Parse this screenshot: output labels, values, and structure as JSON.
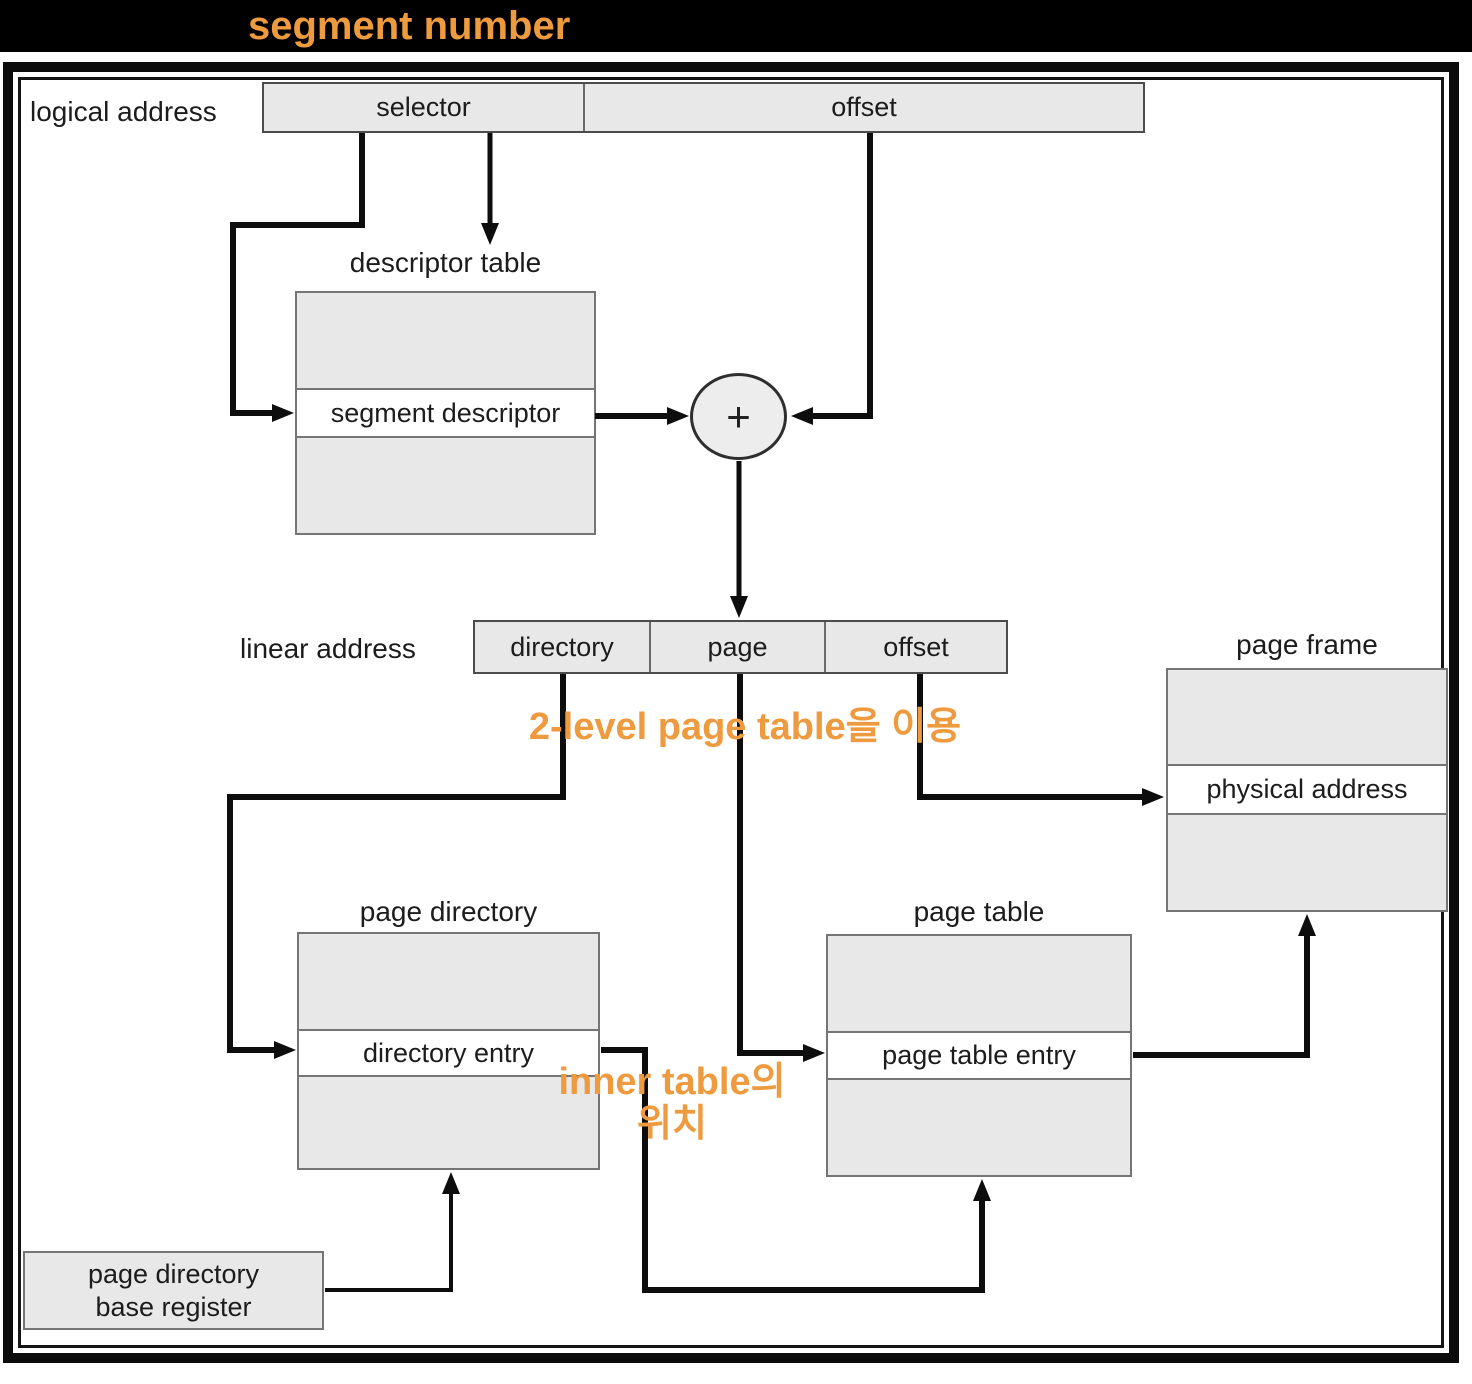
{
  "annotations": {
    "segment_number": "segment number",
    "two_level_note": "2-level page table을 이용",
    "inner_table_line1": "inner table의",
    "inner_table_line2": "위치",
    "accent_color": "#EE9A3F"
  },
  "diagram": {
    "logical_address": {
      "label": "logical address",
      "fields": [
        "selector",
        "offset"
      ]
    },
    "descriptor_table": {
      "title": "descriptor table",
      "entry": "segment descriptor"
    },
    "adder": {
      "symbol": "+"
    },
    "linear_address": {
      "label": "linear address",
      "fields": [
        "directory",
        "page",
        "offset"
      ]
    },
    "page_directory": {
      "title": "page directory",
      "entry": "directory entry"
    },
    "page_table": {
      "title": "page table",
      "entry": "page table entry"
    },
    "page_frame": {
      "title": "page frame",
      "entry": "physical address"
    },
    "pdbr": {
      "line1": "page directory",
      "line2": "base register"
    }
  },
  "colors": {
    "box_fill": "#e8e8e8",
    "box_border": "#757575",
    "wire": "#0d0d0d",
    "band": "#000000"
  }
}
